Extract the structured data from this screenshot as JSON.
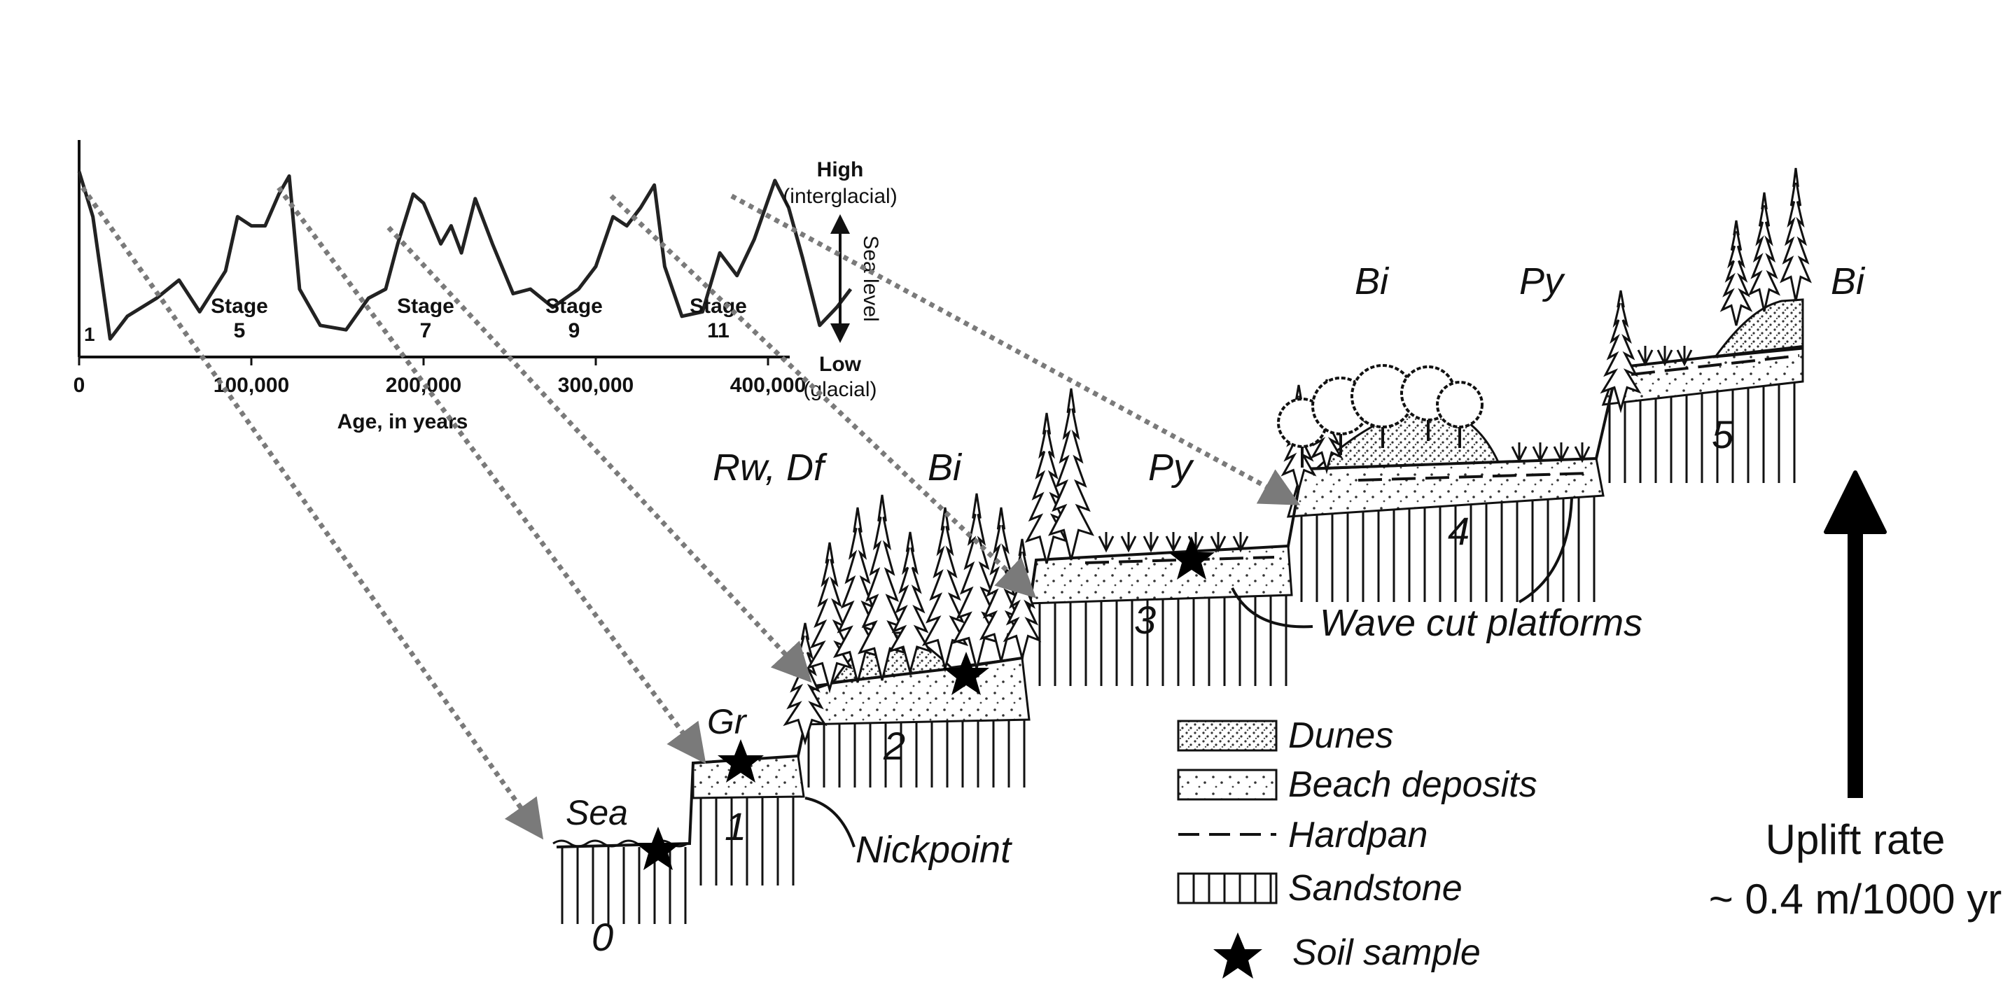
{
  "sea_level_chart": {
    "x_axis_label": "Age, in years",
    "x_ticks": [
      "0",
      "100,000",
      "200,000",
      "300,000",
      "400,000"
    ],
    "y_high_label": "High",
    "y_high_sub": "(interglacial)",
    "y_low_label": "Low",
    "y_low_sub": "(glacial)",
    "y_axis_label": "Sea level",
    "stage_word": "Stage",
    "stages": [
      "1",
      "5",
      "7",
      "9",
      "11"
    ],
    "curve": [
      [
        0,
        0.82
      ],
      [
        8,
        0.62
      ],
      [
        18,
        0.08
      ],
      [
        28,
        0.18
      ],
      [
        45,
        0.26
      ],
      [
        58,
        0.34
      ],
      [
        70,
        0.2
      ],
      [
        85,
        0.38
      ],
      [
        92,
        0.62
      ],
      [
        100,
        0.58
      ],
      [
        108,
        0.58
      ],
      [
        116,
        0.72
      ],
      [
        122,
        0.8
      ],
      [
        128,
        0.3
      ],
      [
        140,
        0.14
      ],
      [
        155,
        0.12
      ],
      [
        168,
        0.26
      ],
      [
        178,
        0.3
      ],
      [
        185,
        0.5
      ],
      [
        194,
        0.72
      ],
      [
        200,
        0.68
      ],
      [
        210,
        0.5
      ],
      [
        216,
        0.58
      ],
      [
        222,
        0.46
      ],
      [
        230,
        0.7
      ],
      [
        240,
        0.5
      ],
      [
        252,
        0.28
      ],
      [
        262,
        0.3
      ],
      [
        275,
        0.22
      ],
      [
        290,
        0.3
      ],
      [
        300,
        0.4
      ],
      [
        310,
        0.62
      ],
      [
        318,
        0.58
      ],
      [
        326,
        0.66
      ],
      [
        334,
        0.76
      ],
      [
        340,
        0.4
      ],
      [
        350,
        0.18
      ],
      [
        362,
        0.2
      ],
      [
        372,
        0.46
      ],
      [
        382,
        0.36
      ],
      [
        392,
        0.52
      ],
      [
        404,
        0.78
      ],
      [
        412,
        0.66
      ],
      [
        420,
        0.44
      ],
      [
        430,
        0.14
      ],
      [
        440,
        0.22
      ],
      [
        448,
        0.3
      ]
    ]
  },
  "terraces": {
    "numbers": [
      "0",
      "1",
      "2",
      "3",
      "4",
      "5"
    ],
    "vegetation_labels": [
      "Sea",
      "Gr",
      "Rw, Df",
      "Bi",
      "Py",
      "Bi",
      "Py",
      "Bi"
    ],
    "feature_labels": {
      "nickpoint": "Nickpoint",
      "wave_cut": "Wave cut platforms"
    }
  },
  "legend": [
    {
      "key": "dunes",
      "label": "Dunes"
    },
    {
      "key": "beach",
      "label": "Beach deposits"
    },
    {
      "key": "hardpan",
      "label": "Hardpan"
    },
    {
      "key": "sandstone",
      "label": "Sandstone"
    },
    {
      "key": "soil",
      "label": "Soil sample"
    }
  ],
  "uplift": {
    "line1": "Uplift rate",
    "line2": "~ 0.4 m/1000 yr"
  }
}
